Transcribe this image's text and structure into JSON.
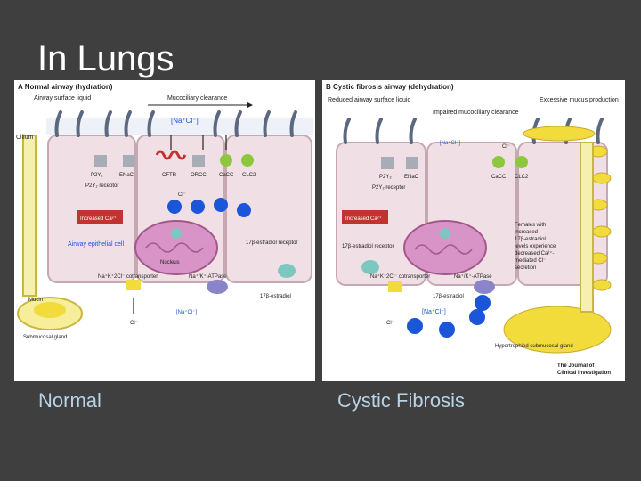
{
  "slide": {
    "title": "In Lungs",
    "caption_left": "Normal",
    "caption_right": "Cystic Fibrosis"
  },
  "figure": {
    "panel_a": {
      "title": "A  Normal airway (hydration)",
      "airway_surface_liquid": "Airway surface liquid",
      "mucociliary_clearance": "Mucociliary clearance",
      "nacl": "[Na⁺Cl⁻]",
      "cilium": "Cilium",
      "channels": [
        "P2Y₂",
        "ENaC",
        "CFTR",
        "ORCC",
        "CaCC",
        "CLC2"
      ],
      "p2y_receptor": "P2Y₂ receptor",
      "increased_ca": "Increased Ca²⁺",
      "airway_epithelial_cell": "Airway epithelial cell",
      "nucleus": "Nucleus",
      "estradiol_receptor": "17β-estradiol receptor",
      "cotransporter": "Na⁺K⁺2Cl⁻ cotransporter",
      "atpase": "Na⁺/K⁺-ATPase",
      "estradiol": "17β-estradiol",
      "mucin": "Mucin",
      "submucosal_gland": "Submucosal gland",
      "bottom_nacl": "[Na⁺Cl⁻]",
      "cl_label": "Cl⁻"
    },
    "panel_b": {
      "title": "B  Cystic fibrosis airway (dehydration)",
      "reduced_asl": "Reduced airway surface liquid",
      "impaired_clearance": "Impaired mucociliary clearance",
      "excessive_mucus": "Excessive mucus production",
      "nacl_small": "[Na⁺Cl⁻]",
      "channels": [
        "P2Y₂",
        "ENaC",
        "CaCC",
        "CLC2"
      ],
      "p2y_receptor": "P2Y₂ receptor",
      "increased_ca": "Increased Ca²⁺",
      "estradiol_receptor": "17β-estradiol receptor",
      "females_text": [
        "Females with",
        "increased",
        "17β-estradiol",
        "levels experience",
        "decreased Ca²⁺-",
        "mediated Cl⁻",
        "secretion"
      ],
      "cotransporter": "Na⁺K⁺2Cl⁻ cotransporter",
      "atpase": "Na⁺/K⁺-ATPase",
      "estradiol": "17β-estradiol",
      "bottom_nacl": "[Na⁺Cl⁻]",
      "hypertrophied_gland": "Hypertrophied submucosal gland",
      "journal": [
        "The Journal of",
        "Clinical Investigation"
      ],
      "cl_label": "Cl⁻"
    }
  },
  "colors": {
    "background": "#3f3f3f",
    "title": "#ffffff",
    "caption": "#b7d3e6",
    "cell": "#f0e0e6",
    "cell_border": "#c6a8b2",
    "nucleus": "#d894c6",
    "mucus": "#f2dc3c",
    "ion": "#1b56d8",
    "chloride_ring": "#8dc83c",
    "cftr": "#c0332f",
    "cilia": "#5b6880"
  }
}
